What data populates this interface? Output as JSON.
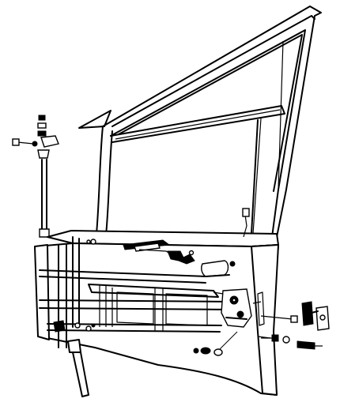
{
  "figure": {
    "kind": "exploded-view technical illustration",
    "line_color": "#000000",
    "background_color": "#ffffff",
    "printed_text": []
  },
  "parts": [
    {
      "id": "window-frame"
    },
    {
      "id": "door-inner-panel"
    },
    {
      "id": "glass-guide-rod"
    },
    {
      "id": "top-pivot-hardware"
    },
    {
      "id": "inner-handle-assembly"
    },
    {
      "id": "armrest-recess"
    },
    {
      "id": "window-regulator"
    },
    {
      "id": "door-lock-mechanism"
    },
    {
      "id": "lock-mounting-bolts"
    },
    {
      "id": "striker-plate"
    },
    {
      "id": "lower-bracket"
    },
    {
      "id": "lock-button-rod"
    }
  ]
}
